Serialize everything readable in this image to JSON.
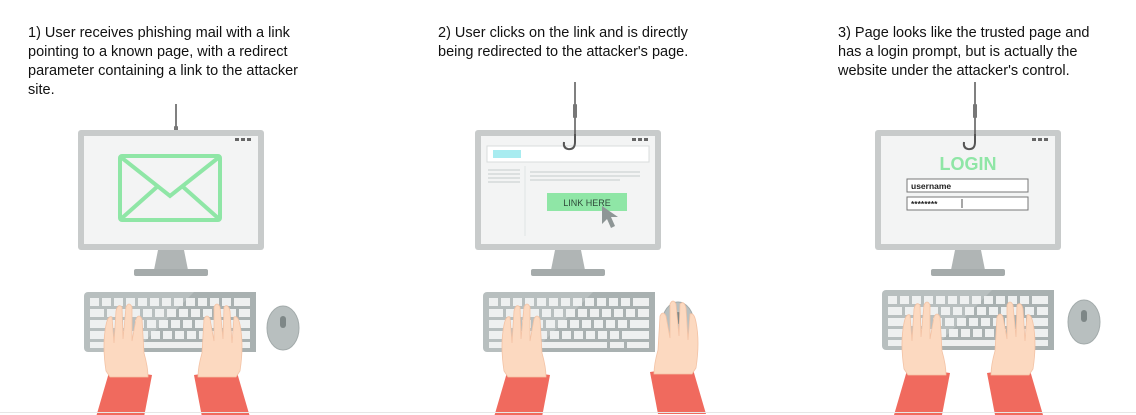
{
  "steps": [
    {
      "caption": "1) User receives phishing mail with a link\npointing to a known page, with a redirect\nparameter containing a link to the attacker\nsite."
    },
    {
      "caption": "2) User clicks on the link and is directly\nbeing redirected to the attacker's page.",
      "button_label": "LINK HERE"
    },
    {
      "caption": "3) Page looks like the trusted page and\nhas a login prompt, but is actually the\nwebsite under the attacker's control.",
      "login_title": "LOGIN",
      "username_value": "username",
      "password_value": "********"
    }
  ],
  "colors": {
    "accent_green": "#8fe6a6",
    "accent_cyan": "#a8ecf0",
    "sleeve": "#f06a5e",
    "skin": "#fcd9c0",
    "monitor": "#c9cccc",
    "keyboard": "#b5bcbc"
  }
}
